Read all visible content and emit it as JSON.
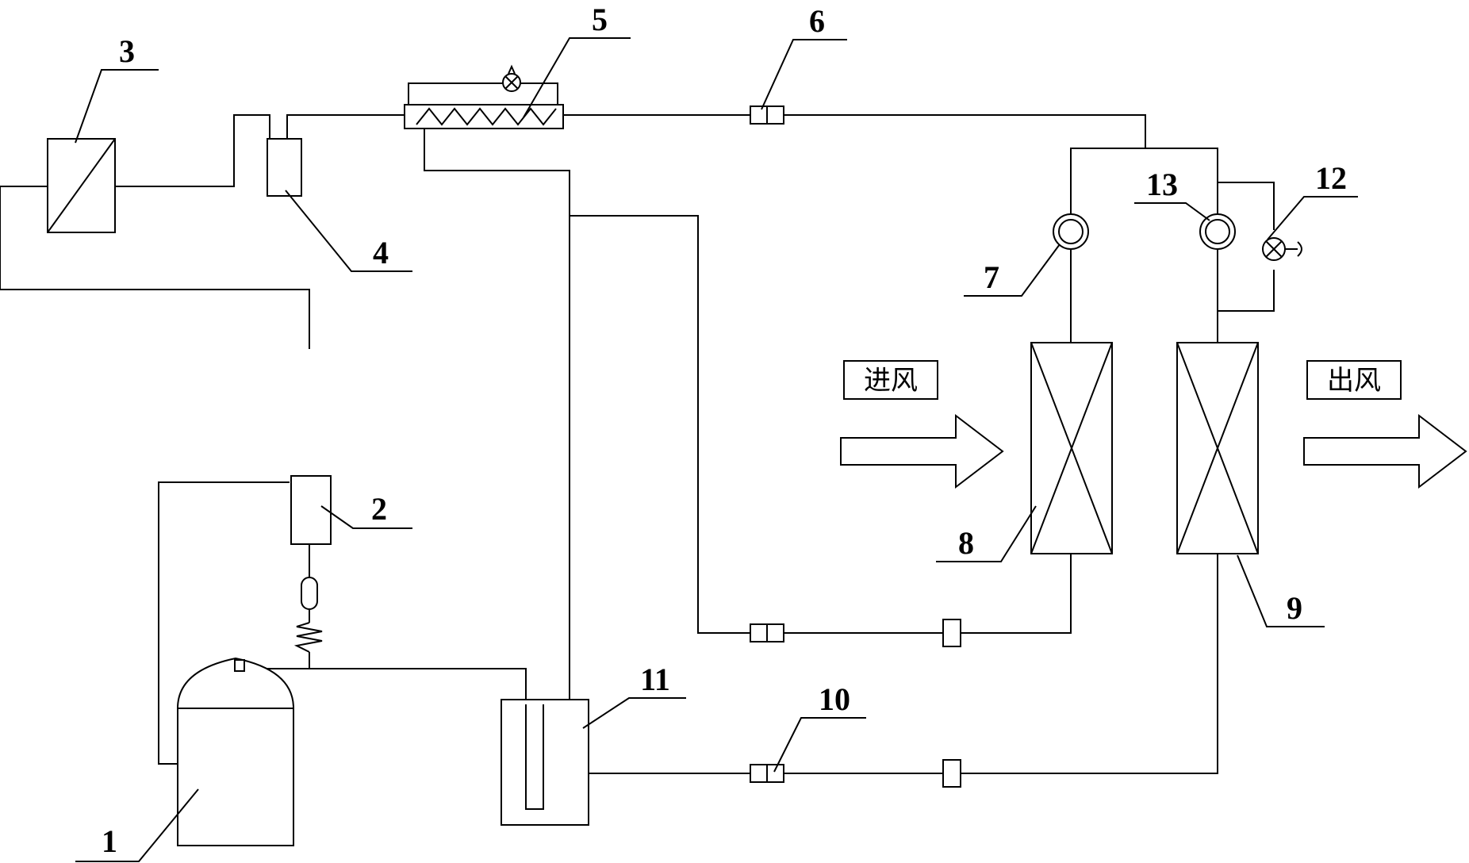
{
  "labels": {
    "n1": "1",
    "n2": "2",
    "n3": "3",
    "n4": "4",
    "n5": "5",
    "n6": "6",
    "n7": "7",
    "n8": "8",
    "n9": "9",
    "n10": "10",
    "n11": "11",
    "n12": "12",
    "n13": "13"
  },
  "air": {
    "inlet": "进风",
    "outlet": "出风"
  }
}
